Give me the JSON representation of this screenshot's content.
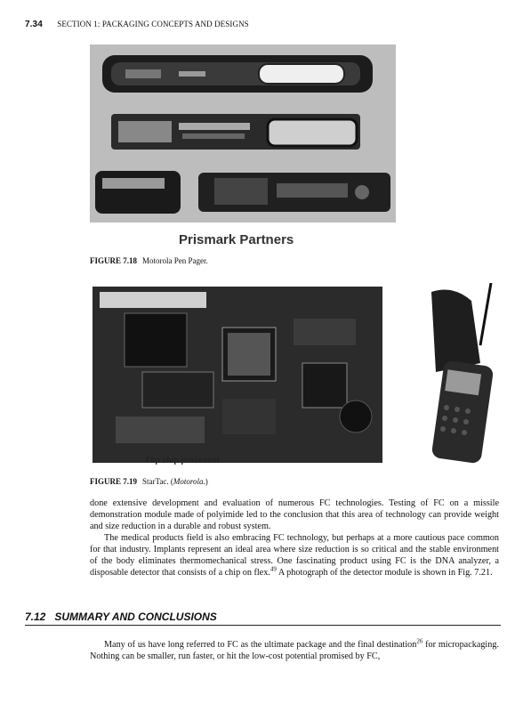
{
  "header": {
    "page_number": "7.34",
    "section": "SECTION 1: PACKAGING CONCEPTS AND DESIGNS"
  },
  "figure1": {
    "logo_text": "Prismark Partners",
    "caption_label": "FIGURE 7.18",
    "caption_text": "Motorola Pen Pager."
  },
  "figure2": {
    "inset_label": "Flip chip processor",
    "caption_label": "FIGURE 7.19",
    "caption_text_a": "StarTac. (",
    "caption_text_italic": "Motorola.",
    "caption_text_b": ")"
  },
  "body": {
    "para1": "done extensive development and evaluation of numerous FC technologies. Testing of FC on a missile demonstration module made of polyimide led to the conclusion that this area of technology can provide weight and size reduction in a durable and robust system.",
    "para2_a": "The medical products field is also embracing FC technology, but perhaps at a more cautious pace common for that industry. Implants represent an ideal area where size reduction is so critical and the stable environment of the body eliminates thermomechanical stress. One fascinating product using FC is the DNA analyzer, a disposable detector that consists of a chip on flex.",
    "para2_sup": "49",
    "para2_b": " A photograph of the detector module is shown in Fig. 7.21."
  },
  "section": {
    "number": "7.12",
    "title": "SUMMARY AND CONCLUSIONS"
  },
  "summary": {
    "text_a": "Many of us have long referred to FC as the ultimate package and the final destination",
    "sup": "26",
    "text_b": " for micropackaging. Nothing can be smaller, run faster, or hit the low-cost potential promised by FC,"
  }
}
